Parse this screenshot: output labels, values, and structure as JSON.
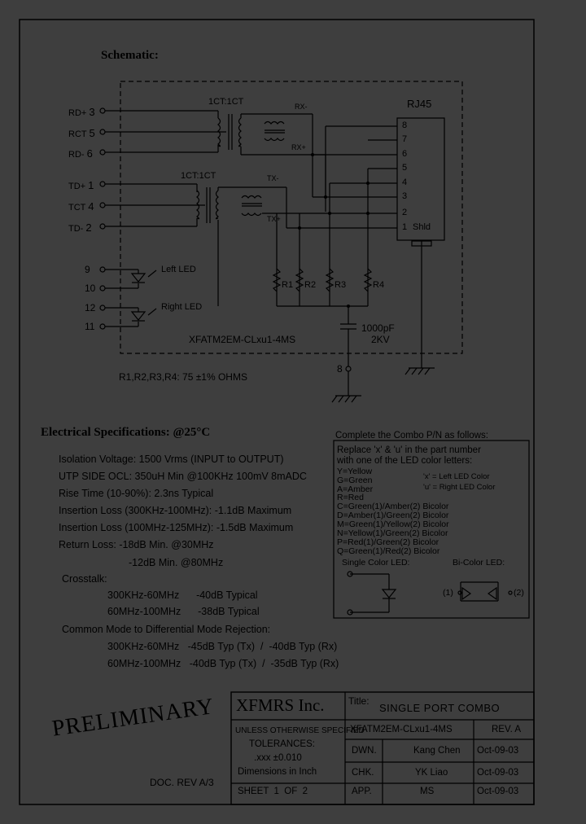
{
  "schematic": {
    "title": "Schematic:",
    "part_number": "XFATM2EM-CLxu1-4MS",
    "rj45_label": "RJ45",
    "shld_label": "Shld",
    "transformer_ratio_top": "1CT:1CT",
    "transformer_ratio_bottom": "1CT:1CT",
    "left_pins": [
      {
        "name": "RD+",
        "num": "3"
      },
      {
        "name": "RCT",
        "num": "5"
      },
      {
        "name": "RD-",
        "num": "6"
      },
      {
        "name": "TD+",
        "num": "1"
      },
      {
        "name": "TCT",
        "num": "4"
      },
      {
        "name": "TD-",
        "num": "2"
      }
    ],
    "led_pins": [
      "9",
      "10",
      "12",
      "11"
    ],
    "left_led": "Left LED",
    "right_led": "Right LED",
    "rx_minus": "RX-",
    "rx_plus": "RX+",
    "tx_minus": "TX-",
    "tx_plus": "TX+",
    "rj45_pins": [
      "8",
      "7",
      "6",
      "5",
      "4",
      "3",
      "2",
      "1"
    ],
    "resistors": [
      "R1",
      "R2",
      "R3",
      "R4"
    ],
    "cap_value": "1000pF",
    "cap_voltage": "2KV",
    "gnd_pin": "8",
    "resistor_note": "R1,R2,R3,R4: 75 ±1% OHMS"
  },
  "electrical": {
    "heading": "Electrical   Specifications: @25°C",
    "lines": [
      "Isolation Voltage:  1500 Vrms (INPUT to OUTPUT)",
      "UTP SIDE OCL: 350uH Min @100KHz 100mV 8mADC",
      "Rise Time (10-90%): 2.3ns Typical",
      "Insertion Loss (300KHz-100MHz): -1.1dB Maximum",
      "Insertion Loss (100MHz-125MHz): -1.5dB Maximum",
      "Return Loss: -18dB Min. @30MHz",
      "-12dB Min. @80MHz",
      "Crosstalk:",
      "300KHz-60MHz      -40dB Typical",
      "60MHz-100MHz      -38dB Typical",
      "Common Mode to Differential Mode Rejection:",
      "300KHz-60MHz   -45dB Typ (Tx)  /  -40dB Typ (Rx)",
      "60MHz-100MHz   -40dB Typ (Tx)  /  -35dB Typ (Rx)"
    ]
  },
  "combo": {
    "header": "Complete the Combo P/N as follows:",
    "intro": [
      "Replace 'x' & 'u' in the part number",
      "with one of the LED color letters:"
    ],
    "colors": [
      "Y=Yellow",
      "G=Green",
      "A=Amber",
      "R=Red",
      "C=Green(1)/Amber(2) Bicolor",
      "D=Amber(1)/Green(2) Bicolor",
      "M=Green(1)/Yellow(2) Bicolor",
      "N=Yellow(1)/Green(2) Bicolor",
      "P=Red(1)/Green(2) Bicolor",
      "Q=Green(1)/Red(2) Bicolor"
    ],
    "x_note": "'x' = Left LED Color",
    "u_note": "'u' = Right LED Color",
    "single_label": "Single Color LED:",
    "bicolor_label": "Bi-Color LED:",
    "bi_1": "(1)",
    "bi_2": "(2)"
  },
  "title_block": {
    "company": "XFMRS Inc.",
    "title_label": "Title:",
    "title": "SINGLE PORT COMBO",
    "tolerance_header": "UNLESS OTHERWISE SPECIFIED",
    "tolerances": "TOLERANCES:",
    "tolerance_value": ".xxx ±0.010",
    "dimensions": "Dimensions in Inch",
    "sheet": "SHEET  1  OF  2",
    "part_number": "XFATM2EM-CLxu1-4MS",
    "rev": "REV. A",
    "rows": [
      {
        "label": "DWN.",
        "name": "Kang Chen",
        "date": "Oct-09-03"
      },
      {
        "label": "CHK.",
        "name": "YK Liao",
        "date": "Oct-09-03"
      },
      {
        "label": "APP.",
        "name": "MS",
        "date": "Oct-09-03"
      }
    ]
  },
  "preliminary": "PRELIMINARY",
  "doc_rev": "DOC. REV A/3"
}
